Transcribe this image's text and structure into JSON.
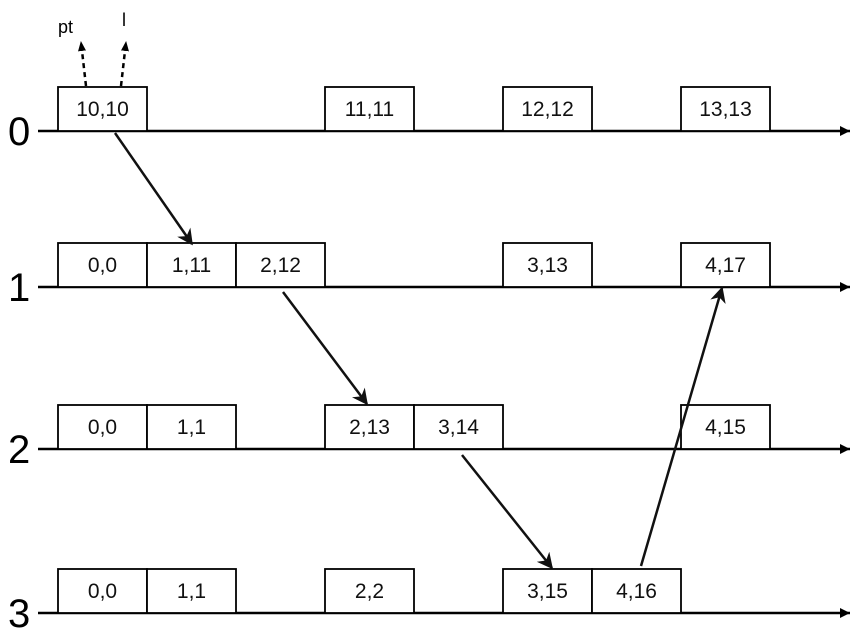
{
  "legend": {
    "pt_label": "pt",
    "l_label": "l"
  },
  "processes": [
    {
      "label": "0",
      "events": [
        {
          "slot": 0,
          "text": "10,10"
        },
        {
          "slot": 3,
          "text": "11,11"
        },
        {
          "slot": 5,
          "text": "12,12"
        },
        {
          "slot": 7,
          "text": "13,13"
        }
      ]
    },
    {
      "label": "1",
      "events": [
        {
          "slot": 0,
          "text": "0,0"
        },
        {
          "slot": 1,
          "text": "1,11"
        },
        {
          "slot": 2,
          "text": "2,12"
        },
        {
          "slot": 5,
          "text": "3,13"
        },
        {
          "slot": 7,
          "text": "4,17"
        }
      ]
    },
    {
      "label": "2",
      "events": [
        {
          "slot": 0,
          "text": "0,0"
        },
        {
          "slot": 1,
          "text": "1,1"
        },
        {
          "slot": 3,
          "text": "2,13"
        },
        {
          "slot": 4,
          "text": "3,14"
        },
        {
          "slot": 7,
          "text": "4,15"
        }
      ]
    },
    {
      "label": "3",
      "events": [
        {
          "slot": 0,
          "text": "0,0"
        },
        {
          "slot": 1,
          "text": "1,1"
        },
        {
          "slot": 3,
          "text": "2,2"
        },
        {
          "slot": 5,
          "text": "3,15"
        },
        {
          "slot": 6,
          "text": "4,16"
        }
      ]
    }
  ],
  "messages": [
    {
      "from_process": 0,
      "to_process": 1
    },
    {
      "from_process": 1,
      "to_process": 2
    },
    {
      "from_process": 2,
      "to_process": 3
    },
    {
      "from_process": 3,
      "to_process": 1
    }
  ]
}
